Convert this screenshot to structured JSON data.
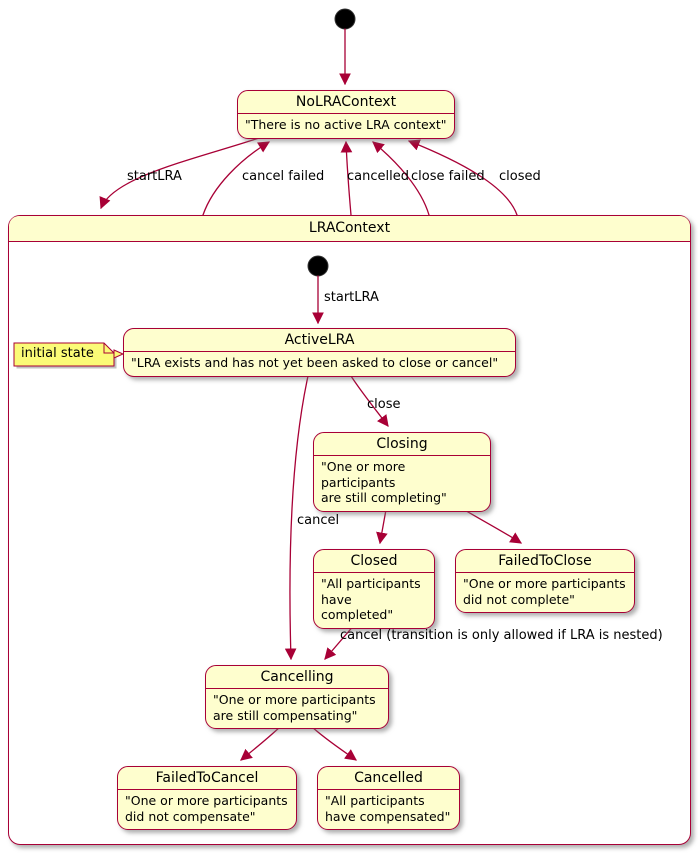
{
  "colors": {
    "state_fill": "#FEFECE",
    "state_border": "#A80036",
    "arrow": "#A80036",
    "note_fill": "#FBFB77",
    "background": "#FFFFFF"
  },
  "container": {
    "title": "LRAContext"
  },
  "note": {
    "text": "initial state"
  },
  "states": {
    "no_lra_context": {
      "title": "NoLRAContext",
      "desc": "\"There is no active LRA context\""
    },
    "active_lra": {
      "title": "ActiveLRA",
      "desc": "\"LRA exists and has not yet been asked to close or cancel\""
    },
    "closing": {
      "title": "Closing",
      "desc": "\"One or more participants\nare still completing\""
    },
    "closed": {
      "title": "Closed",
      "desc": "\"All participants\nhave completed\""
    },
    "failed_to_close": {
      "title": "FailedToClose",
      "desc": "\"One or more participants\ndid not complete\""
    },
    "cancelling": {
      "title": "Cancelling",
      "desc": "\"One or more participants\nare still compensating\""
    },
    "failed_to_cancel": {
      "title": "FailedToCancel",
      "desc": "\"One or more participants\ndid not compensate\""
    },
    "cancelled": {
      "title": "Cancelled",
      "desc": "\"All participants\nhave compensated\""
    }
  },
  "transitions": {
    "start_lra_outer": "startLRA",
    "cancel_failed": "cancel failed",
    "cancelled": "cancelled",
    "close_failed": "close failed",
    "closed": "closed",
    "start_lra_inner": "startLRA",
    "close": "close",
    "cancel": "cancel",
    "cancel_nested": "cancel (transition is only allowed if LRA is nested)"
  }
}
